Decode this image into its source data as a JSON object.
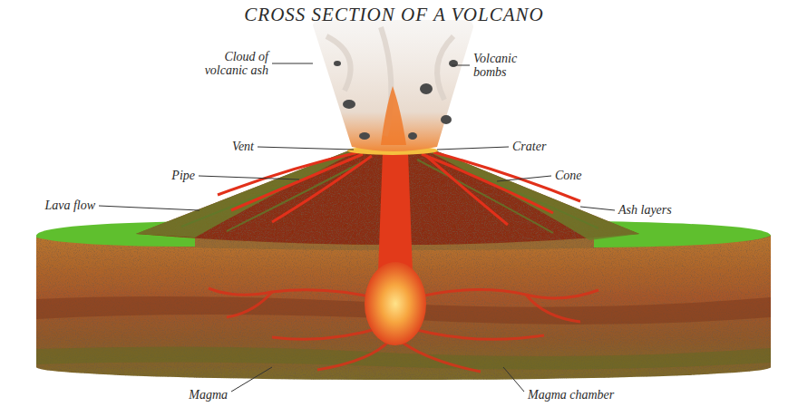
{
  "diagram": {
    "title": "CROSS SECTION OF A VOLCANO",
    "labels": [
      "Cloud of volcanic ash",
      "Volcanic bombs",
      "Vent",
      "Crater",
      "Pipe",
      "Cone",
      "Lava flow",
      "Ash layers",
      "Magma",
      "Magma chamber"
    ]
  }
}
